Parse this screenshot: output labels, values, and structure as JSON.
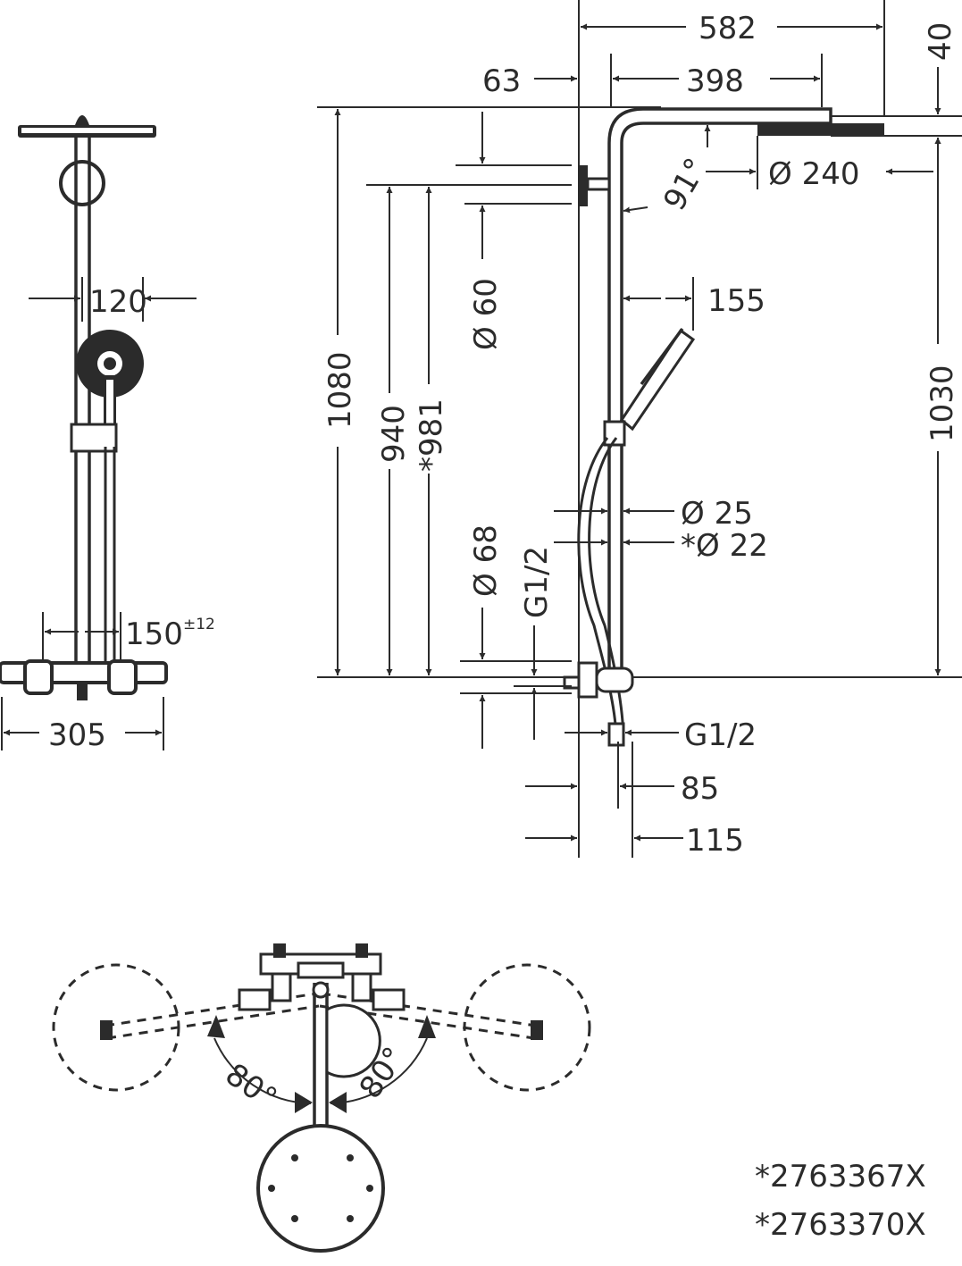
{
  "colors": {
    "line": "#2b2b2b",
    "background": "#ffffff"
  },
  "front_view": {
    "handshower_diameter": "120",
    "bar_to_wall": "150",
    "bar_to_wall_tolerance": "±12",
    "mixer_width": "305"
  },
  "side_view": {
    "total_width": "582",
    "wall_offset": "63",
    "arm_length": "398",
    "head_thickness": "40",
    "head_diameter": "Ø 240",
    "arm_angle": "91°",
    "wall_bracket_diameter": "Ø 60",
    "handshower_offset": "155",
    "total_height": "1080",
    "height_940": "940",
    "height_981": "*981",
    "height_1030": "1030",
    "pipe_diameter_25": "Ø 25",
    "pipe_diameter_22": "*Ø 22",
    "inlet_cover_diameter": "Ø 68",
    "inlet_thread": "G1/2",
    "outlet_thread": "G1/2",
    "mixer_depth_85": "85",
    "mixer_depth_115": "115"
  },
  "top_view": {
    "swivel_angle_left": "80°",
    "swivel_angle_right": "80°"
  },
  "footnotes": [
    "*2763367X",
    "*2763370X"
  ]
}
